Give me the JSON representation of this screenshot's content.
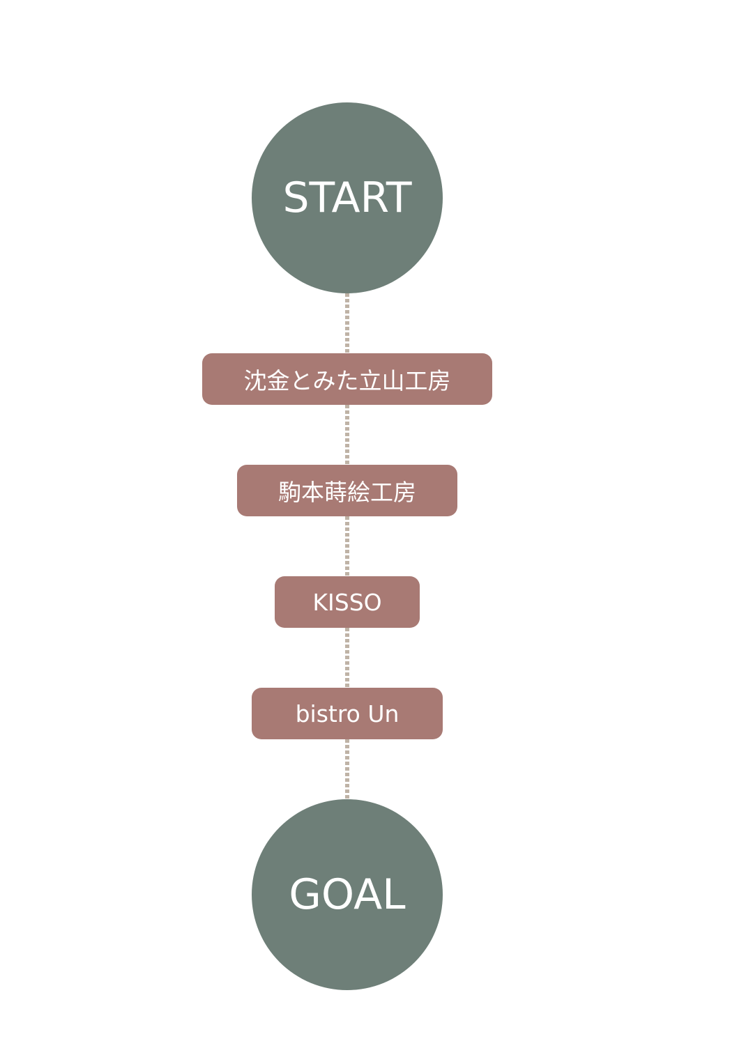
{
  "start": {
    "label": "START"
  },
  "goal": {
    "label": "GOAL"
  },
  "stops": [
    {
      "label": "沈金とみた立山工房"
    },
    {
      "label": "駒本蒔絵工房"
    },
    {
      "label": "KISSO"
    },
    {
      "label": "bistro Un"
    }
  ],
  "colors": {
    "circle": "#6e7f78",
    "stop": "#a87a74",
    "connector": "#bfb3a6",
    "text": "#ffffff"
  }
}
